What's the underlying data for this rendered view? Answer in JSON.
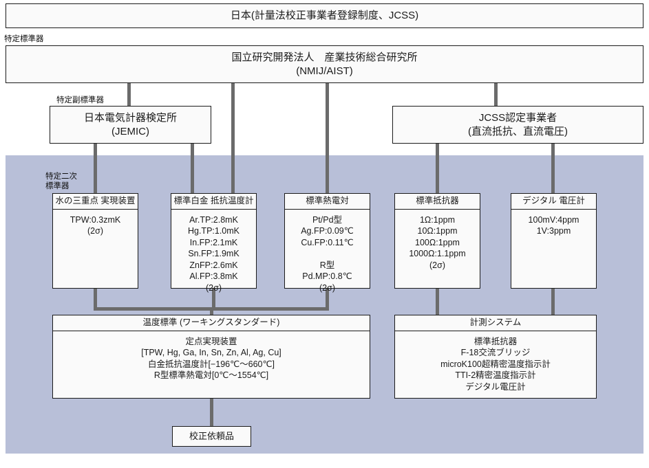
{
  "diagram": {
    "title": "日本(計量法校正事業者登録制度、JCSS)",
    "labels": {
      "specified_standard": "特定標準器",
      "specified_sub_standard": "特定副標準器",
      "specified_secondary_standard": "特定二次\n標準器"
    },
    "nmij": "国立研究開発法人　産業技術総合研究所\n(NMIJ/AIST)",
    "jemic": "日本電気計器検定所\n(JEMIC)",
    "jcss": "JCSS認定事業者\n(直流抵抗、直流電圧)",
    "secondary_standards": [
      {
        "header": "水の三重点\n実現装置",
        "body": "TPW:0.3zmK\n(2σ)"
      },
      {
        "header": "標準白金\n抵抗温度計",
        "body": "Ar.TP:2.8mK\nHg.TP:1.0mK\nIn.FP:2.1mK\nSn.FP:1.9mK\nZnFP:2.6mK\nAl.FP:3.8mK\n(2σ)"
      },
      {
        "header": "標準熱電対",
        "body": "Pt/Pd型\nAg.FP:0.09℃\nCu.FP:0.11℃\n\nR型\nPd.MP:0.8℃\n(2σ)"
      },
      {
        "header": "標準抵抗器",
        "body": "1Ω:1ppm\n10Ω:1ppm\n100Ω:1ppm\n1000Ω:1.1ppm\n(2σ)"
      },
      {
        "header": "デジタル\n電圧計",
        "body": "100mV:4ppm\n1V:3ppm"
      }
    ],
    "working_standard": {
      "header": "温度標準 (ワーキングスタンダード)",
      "body": "定点実現装置\n[TPW,  Hg,  Ga,  In,  Sn,  Zn,  Al,  Ag,  Cu]\n白金抵抗温度計[−196℃〜660℃]\nR型標準熱電対[0℃〜1554℃]"
    },
    "measurement_system": {
      "header": "計測システム",
      "body": "標準抵抗器\nF-18交流ブリッジ\nmicroK100超精密温度指示計\nTTI-2精密温度指示計\nデジタル電圧計"
    },
    "calibration_item": "校正依頼品",
    "colors": {
      "shade": "#b8bfd8",
      "line": "#6b6b6b",
      "box_border": "#1a1a1a",
      "box_fill": "#fafafa"
    }
  }
}
